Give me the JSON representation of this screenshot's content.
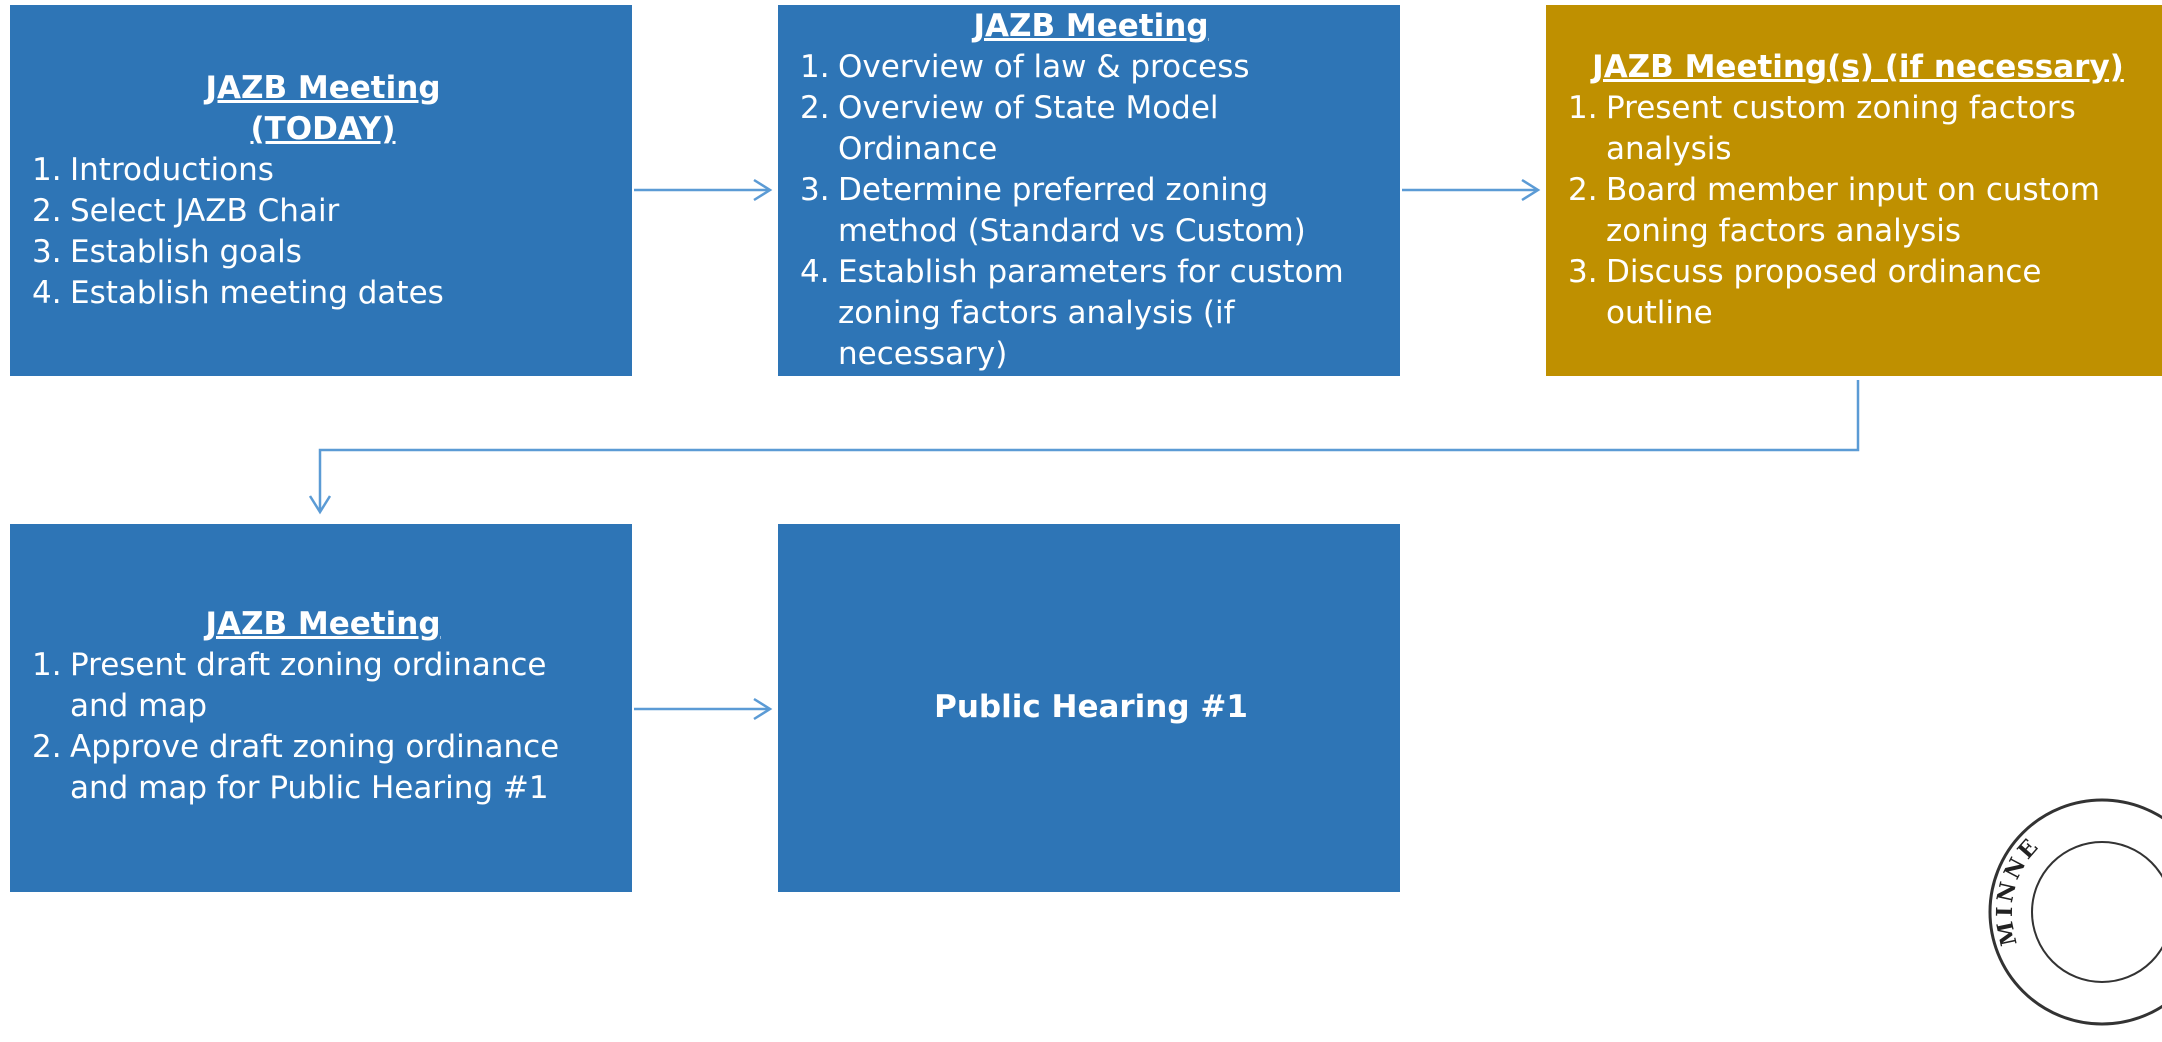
{
  "colors": {
    "box_blue": "#2e75b6",
    "box_gold": "#bf9000",
    "arrow": "#5b9bd5",
    "text": "#ffffff"
  },
  "boxes": [
    {
      "title_lines": [
        "JAZB Meeting",
        "(TODAY)"
      ],
      "items": [
        "Introductions",
        "Select JAZB Chair",
        "Establish goals",
        "Establish meeting dates"
      ]
    },
    {
      "title_lines": [
        "JAZB Meeting"
      ],
      "items": [
        "Overview of law & process",
        "Overview of State Model Ordinance",
        "Determine preferred zoning method (Standard vs Custom)",
        "Establish parameters for custom zoning factors analysis (if necessary)"
      ]
    },
    {
      "title_lines": [
        "JAZB Meeting(s) (if necessary)"
      ],
      "items": [
        "Present custom zoning factors analysis",
        "Board member input on custom zoning factors analysis",
        "Discuss proposed ordinance outline"
      ]
    },
    {
      "title_lines": [
        "JAZB Meeting"
      ],
      "items": [
        "Present draft zoning ordinance and map",
        "Approve draft zoning ordinance and map for Public Hearing #1"
      ]
    },
    {
      "title_lines": [
        "Public Hearing #1"
      ],
      "items": []
    }
  ],
  "seal": {
    "visible_text": "MINNE"
  }
}
